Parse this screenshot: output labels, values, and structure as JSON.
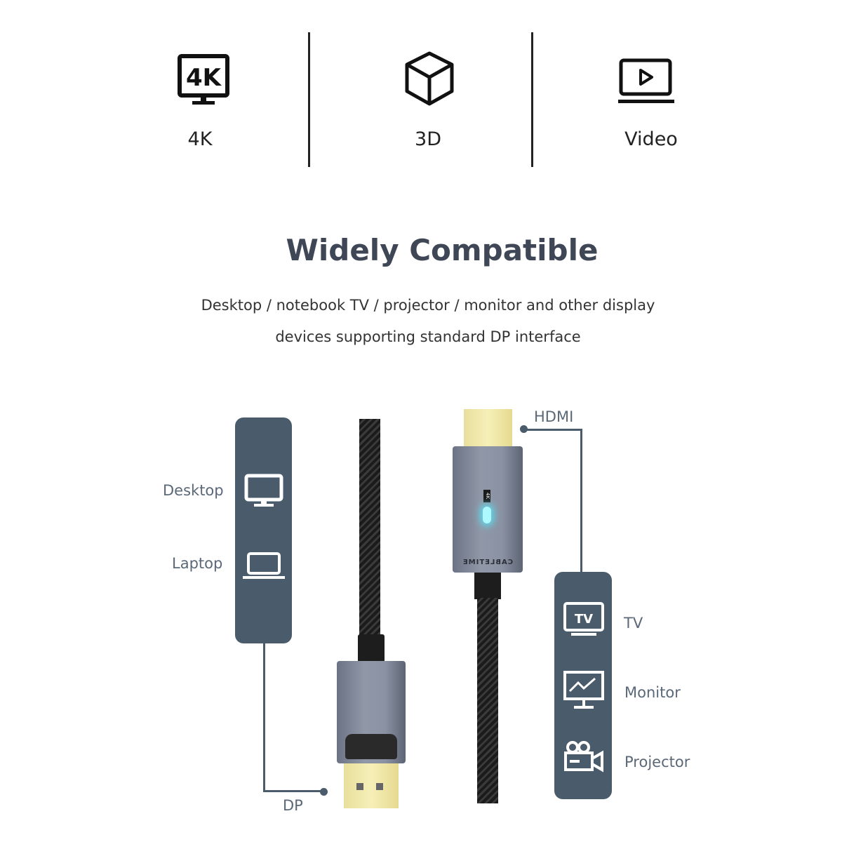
{
  "features": [
    {
      "icon": "4k-monitor-icon",
      "label": "4K",
      "glyph": "4K"
    },
    {
      "icon": "cube-icon",
      "label": "3D"
    },
    {
      "icon": "video-laptop-icon",
      "label": "Video"
    }
  ],
  "heading": "Widely Compatible",
  "description": [
    "Desktop / notebook TV / projector / monitor and other display",
    "devices supporting standard DP interface"
  ],
  "left_devices": [
    {
      "icon": "desktop-icon",
      "label": "Desktop"
    },
    {
      "icon": "laptop-icon",
      "label": "Laptop"
    }
  ],
  "right_devices": [
    {
      "icon": "tv-icon",
      "label": "TV",
      "glyph": "TV"
    },
    {
      "icon": "monitor-icon",
      "label": "Monitor"
    },
    {
      "icon": "projector-icon",
      "label": "Projector"
    }
  ],
  "connectors": {
    "dp": "DP",
    "hdmi": "HDMI",
    "brand": "CABLETIME",
    "badge": "4K"
  },
  "colors": {
    "panel": "#4a5b6b",
    "heading": "#3f4757"
  }
}
